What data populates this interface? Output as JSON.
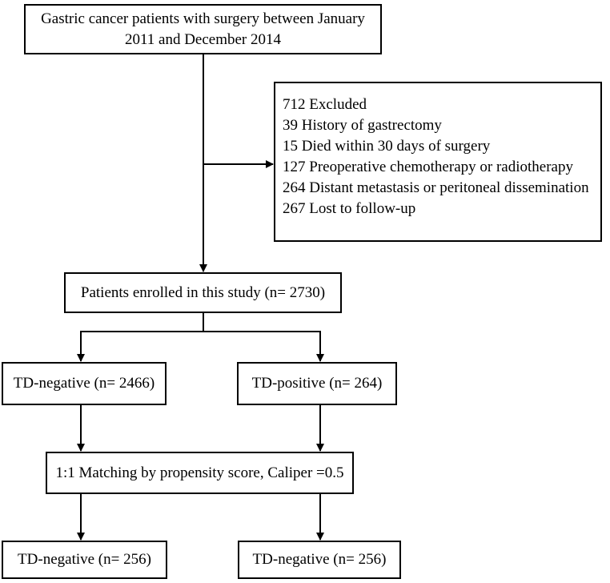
{
  "flowchart": {
    "start": {
      "line1": "Gastric cancer patients with surgery between January",
      "line2": "2011 and December 2014"
    },
    "excluded": {
      "title": "712 Excluded",
      "items": [
        "39  History of gastrectomy",
        "15  Died within 30 days of surgery",
        "127  Preoperative chemotherapy or radiotherapy",
        "264  Distant metastasis or peritoneal dissemination",
        "267  Lost to follow-up"
      ]
    },
    "enrolled": "Patients enrolled in this study (n= 2730)",
    "td_negative": "TD-negative (n= 2466)",
    "td_positive": "TD-positive (n= 264)",
    "matching": "1:1 Matching by propensity score, Caliper =0.5",
    "matched_left": "TD-negative (n= 256)",
    "matched_right": "TD-negative (n= 256)"
  }
}
